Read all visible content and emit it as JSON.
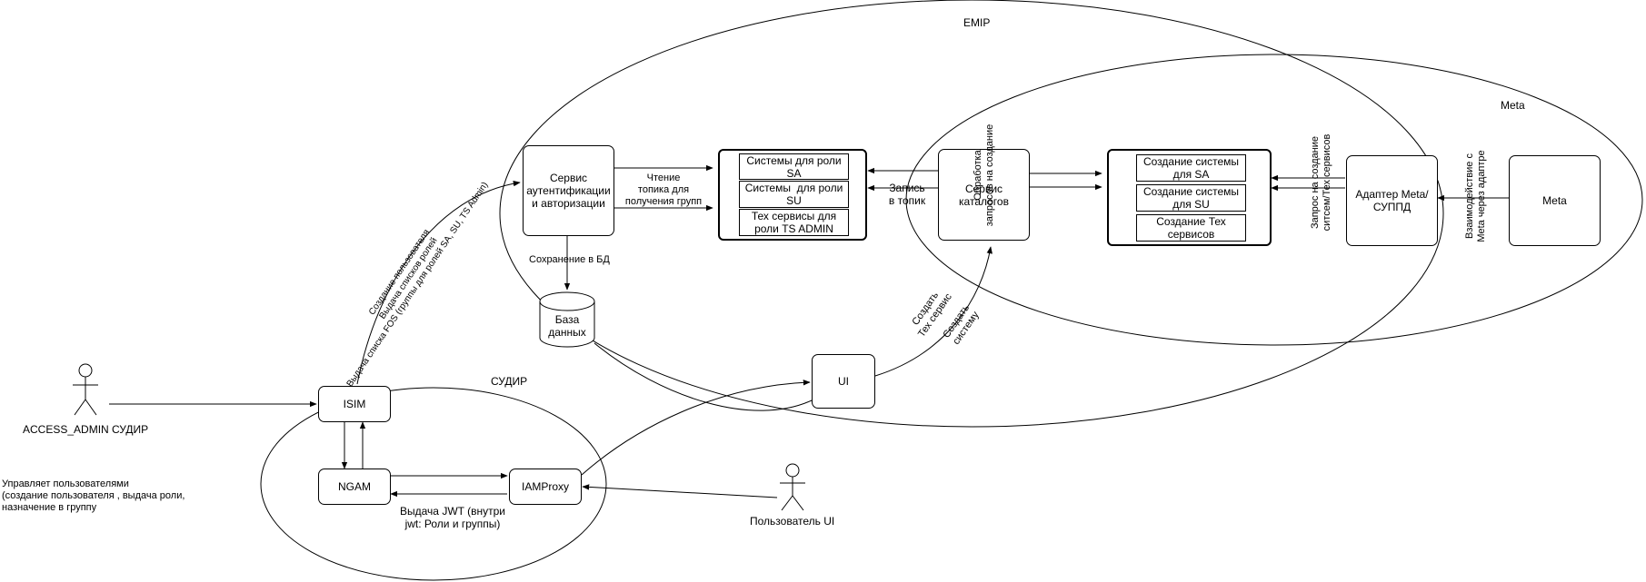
{
  "regions": {
    "emip": "EMIP",
    "meta": "Meta",
    "sudir": "СУДИР"
  },
  "nodes": {
    "auth_service": "Сервис\nаутентификации\nи авторизации",
    "catalog_service": "Сервис\nкаталогов",
    "database": "База\nданных",
    "ui": "UI",
    "isim": "ISIM",
    "ngam": "NGAM",
    "iamproxy": "IAMProxy",
    "meta_adapter": "Адаптер Meta/\nСУППД",
    "meta": "Meta"
  },
  "systems_group": [
    "Системы для роли\nSA",
    "Системы  для роли\nSU",
    "Тех сервисы для\nроли TS ADMIN"
  ],
  "creation_group": [
    "Создание системы\nдля SA",
    "Создание системы\nдля SU",
    "Создание Тех\nсервисов"
  ],
  "actors": {
    "access_admin": "ACCESS_ADMIN СУДИР",
    "ui_user": "Пользователь UI"
  },
  "edge_labels": {
    "read_topic": "Чтение\nтопика для\nполучения групп",
    "write_topic": "Запись\nв топик",
    "save_db": "Сохранение в БД",
    "processing": "Обработка\nзапросов на создание",
    "request_create": "Запрос на создание\nситсем/Тех сервисов",
    "interaction": "Взаимодействие с\nMeta через адаптре",
    "create_ts": "Создать\nТех сервис",
    "create_system": "Создать\nсистему",
    "isim_to_auth": "Создание пользователя\nВыдача списков ролей\nВыдача списка FOS (группы для ролей SA, SU, TS Admin)",
    "jwt": "Выдача JWT (внутри\njwt: Роли и группы)"
  },
  "note": "Управляет пользователями\n(создание пользователя , выдача роли,\nназначение в группу"
}
